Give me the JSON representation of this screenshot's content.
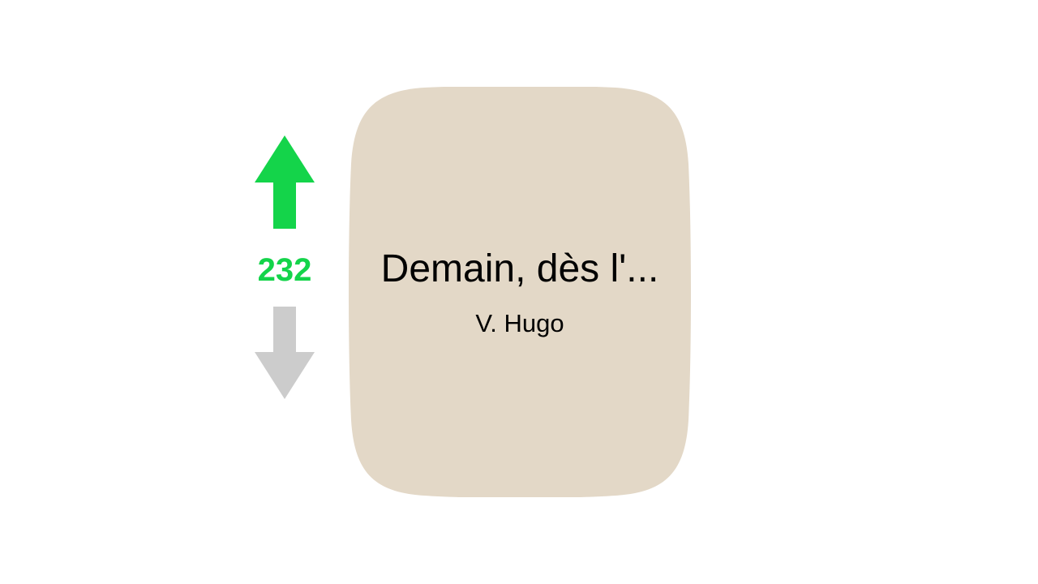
{
  "vote": {
    "score": "232",
    "up_icon": "arrow-up-icon",
    "down_icon": "arrow-down-icon",
    "up_color": "#14d44a",
    "down_color": "#cccccc",
    "score_color": "#14d44a"
  },
  "card": {
    "title": "Demain, dès l'...",
    "author": "V. Hugo",
    "background": "#e3d8c7"
  }
}
